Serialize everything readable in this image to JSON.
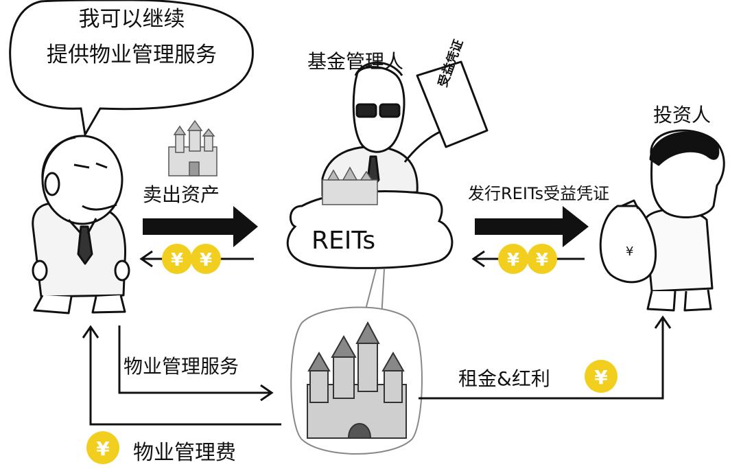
{
  "speech_bubble": {
    "line1": "我可以继续",
    "line2": "提供物业管理服务"
  },
  "labels": {
    "fund_manager": "基金管理人",
    "investor": "投资人",
    "sell_assets": "卖出资产",
    "reits_bag": "REITs",
    "issue_certificate": "发行REITs受益凭证",
    "certificate_sign": "受益凭证",
    "property_service": "物业管理服务",
    "rent_dividend": "租金&红利",
    "property_fee": "物业管理费",
    "yen_symbol": "¥"
  },
  "icons": {
    "coin_color": "#f2cf1f",
    "arrow_color": "#111111"
  }
}
